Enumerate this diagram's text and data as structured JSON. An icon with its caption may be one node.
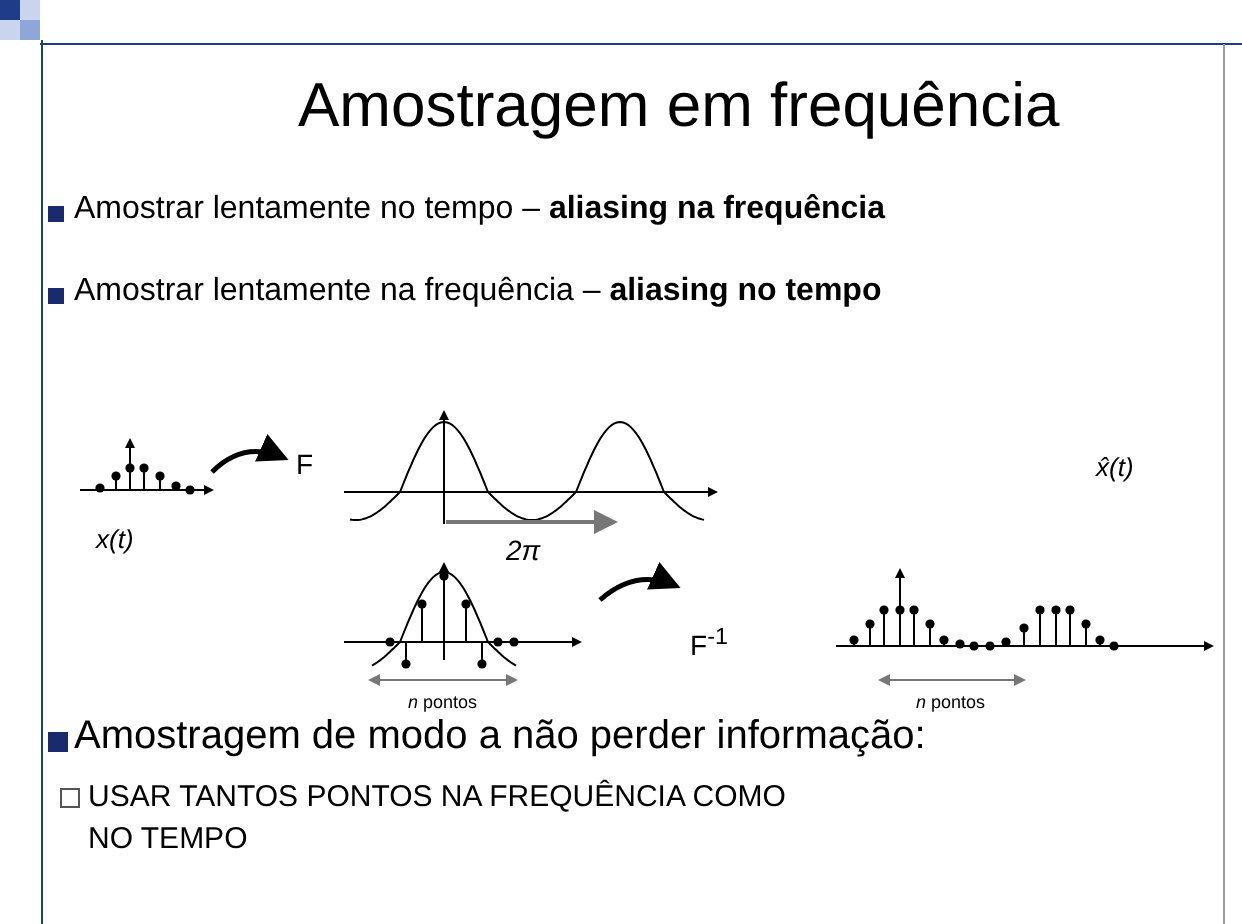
{
  "diagram": {
    "title": "Amostragem em frequência",
    "labels": [
      "Amostrar lentamente no tempo – **aliasing na frequência**",
      "Amostrar lentamente na frequência – **aliasing no tempo**",
      "F",
      "x(t)",
      "2π",
      "x̂(t)",
      "F$^{-1}$",
      "*n* pontos",
      "*n* pontos",
      "Amostragem de modo a não perder informação:",
      "USAR TANTOS PONTOS NA FREQUÊNCIA COMO NO TEMPO"
    ]
  }
}
